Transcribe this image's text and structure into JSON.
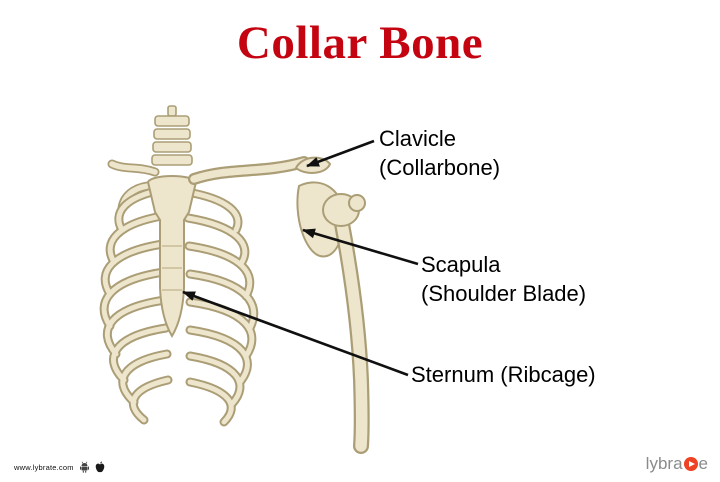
{
  "title": "Collar Bone",
  "annotations": {
    "clavicle_line1": "Clavicle",
    "clavicle_line2": "(Collarbone)",
    "scapula_line1": "Scapula",
    "scapula_line2": "(Shoulder Blade)",
    "sternum_line1": "Sternum (Ribcage)"
  },
  "footer": {
    "website_url": "www.lybrate.com",
    "brand_prefix": "lybra",
    "brand_suffix": "e",
    "icons": {
      "android": "android-icon",
      "apple": "apple-icon",
      "brand_arrow": "arrow-in-circle-icon"
    }
  },
  "colors": {
    "title_red": "#c40511",
    "bone_fill": "#ede5cc",
    "bone_outline": "#ab9e76",
    "arrow_black": "#101010",
    "brand_red": "#ef4123",
    "brand_gray": "#8b8b8b"
  }
}
